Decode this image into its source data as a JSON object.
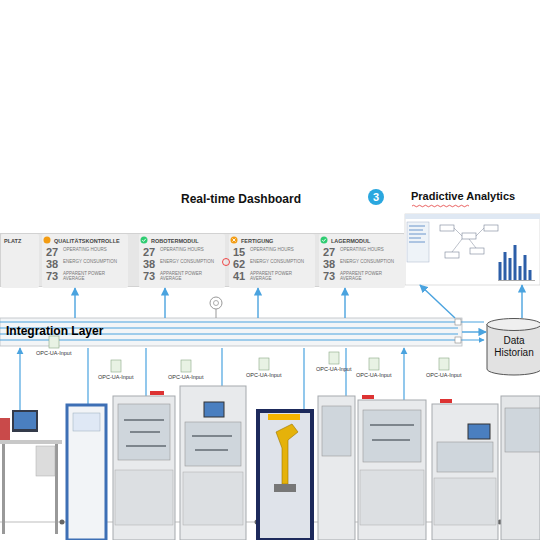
{
  "diagram": {
    "nodes": [
      {
        "text": [
          "Real-time Dashboard"
        ]
      },
      {
        "text": [
          "PLATZ"
        ],
        "in": 0
      },
      {
        "text": [
          "QUALITÄTSKONTROLLE",
          "27",
          "OPERATING HOURS",
          "38",
          "ENERGY CONSUMPTION",
          "73",
          "APPARENT POWER AVERAGE"
        ],
        "in": 0
      },
      {
        "text": [
          "ROBOTERMODUL",
          "27",
          "OPERATING HOURS",
          "38",
          "ENERGY CONSUMPTION",
          "73",
          "APPARENT POWER AVERAGE"
        ],
        "in": 0
      },
      {
        "text": [
          "FERTIGUNG",
          "15",
          "OPERATING HOURS",
          "62",
          "ENERGY CONSUMPTION",
          "41",
          "APPARENT POWER AVERAGE"
        ],
        "in": 0
      },
      {
        "text": [
          "LAGERMODUL",
          "27",
          "OPERATING HOURS",
          "38",
          "ENERGY CONSUMPTION",
          "73",
          "APPARENT POWER AVERAGE"
        ],
        "in": 0
      },
      {
        "text": [
          "Pradictive Analytics"
        ]
      },
      {
        "text": [
          "Integration Layer"
        ]
      },
      {
        "text": [
          "Data Historian"
        ]
      }
    ],
    "edges": [
      {
        "from": 7,
        "to": 2,
        "arrow": "to"
      },
      {
        "from": 7,
        "to": 3,
        "arrow": "to"
      },
      {
        "from": 7,
        "to": 4,
        "arrow": "to"
      },
      {
        "from": 7,
        "to": 5,
        "arrow": "to"
      },
      {
        "from": 7,
        "to": 8,
        "arrow": "to"
      },
      {
        "from": 8,
        "to": 6,
        "arrow": "to"
      },
      {
        "from": 7,
        "to": 6,
        "arrow": "to"
      }
    ],
    "labels": [
      "3",
      "OPC-UA-Input",
      "OPC-UA-Input",
      "OPC-UA-Input",
      "OPC-UA-Input",
      "OPC-UA-Input",
      "OPC-UA-Input",
      "OPC-UA-Input"
    ]
  }
}
